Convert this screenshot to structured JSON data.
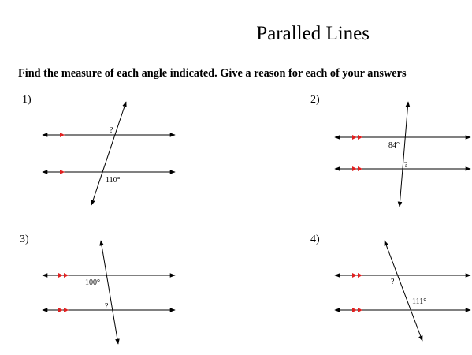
{
  "title": "Paralled Lines",
  "instructions": "Find the measure of each angle indicated. Give a reason for each of your answers",
  "problems": [
    {
      "number": "1)",
      "labels": [
        "?",
        "110°"
      ]
    },
    {
      "number": "2)",
      "labels": [
        "84°",
        "?"
      ]
    },
    {
      "number": "3)",
      "labels": [
        "100°",
        "?"
      ]
    },
    {
      "number": "4)",
      "labels": [
        "?",
        "111°"
      ]
    }
  ],
  "colors": {
    "line": "#000000",
    "parallel_mark": "#e02020"
  }
}
